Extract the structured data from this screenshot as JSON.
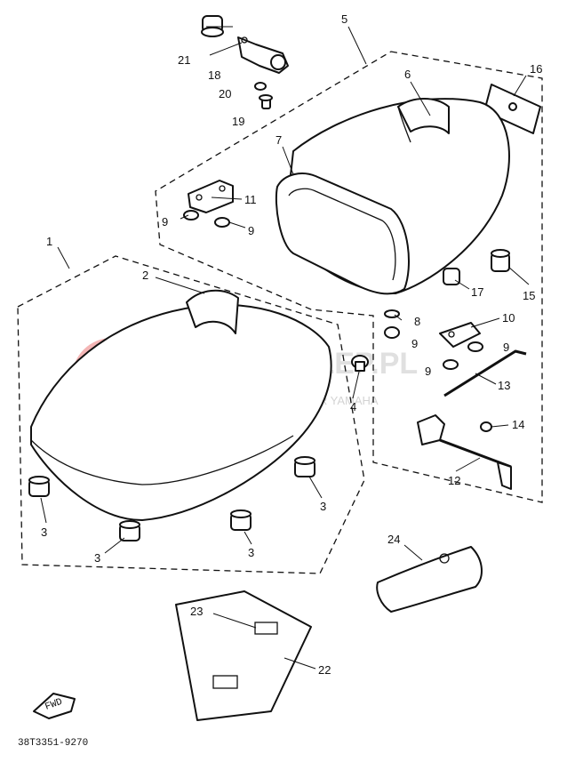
{
  "callouts": [
    {
      "id": "c1",
      "text": "1"
    },
    {
      "id": "c2",
      "text": "2"
    },
    {
      "id": "c3a",
      "text": "3"
    },
    {
      "id": "c3b",
      "text": "3"
    },
    {
      "id": "c3c",
      "text": "3"
    },
    {
      "id": "c3d",
      "text": "3"
    },
    {
      "id": "c4",
      "text": "4"
    },
    {
      "id": "c5",
      "text": "5"
    },
    {
      "id": "c6",
      "text": "6"
    },
    {
      "id": "c7",
      "text": "7"
    },
    {
      "id": "c8",
      "text": "8"
    },
    {
      "id": "c9a",
      "text": "9"
    },
    {
      "id": "c9b",
      "text": "9"
    },
    {
      "id": "c9c",
      "text": "9"
    },
    {
      "id": "c9d",
      "text": "9"
    },
    {
      "id": "c10",
      "text": "10"
    },
    {
      "id": "c11",
      "text": "11"
    },
    {
      "id": "c12",
      "text": "12"
    },
    {
      "id": "c13",
      "text": "13"
    },
    {
      "id": "c14",
      "text": "14"
    },
    {
      "id": "c15",
      "text": "15"
    },
    {
      "id": "c16",
      "text": "16"
    },
    {
      "id": "c17",
      "text": "17"
    },
    {
      "id": "c18",
      "text": "18"
    },
    {
      "id": "c19",
      "text": "19"
    },
    {
      "id": "c20",
      "text": "20"
    },
    {
      "id": "c21",
      "text": "21"
    },
    {
      "id": "c22",
      "text": "22"
    },
    {
      "id": "c23",
      "text": "23"
    },
    {
      "id": "c24",
      "text": "24"
    }
  ],
  "watermark": {
    "brand": "YAMA-SKLEP.PL",
    "dealer": "WOJCIECHOWICZ DEALER YAMAHA"
  },
  "fwd_label": "FWD",
  "catalog_code": "38T3351-9270"
}
